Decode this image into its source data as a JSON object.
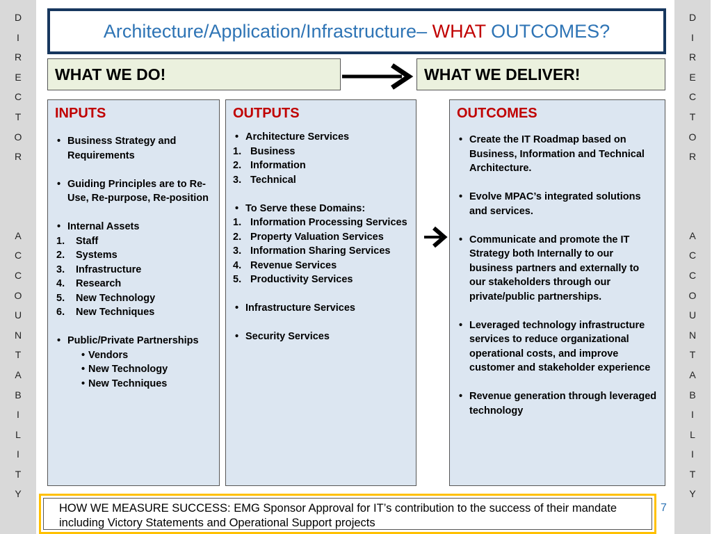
{
  "side_letters": {
    "word1": [
      "D",
      "I",
      "R",
      "E",
      "C",
      "T",
      "O",
      "R"
    ],
    "word2": [
      "A",
      "C",
      "C",
      "O",
      "U",
      "N",
      "T",
      "A",
      "B",
      "I",
      "L",
      "I",
      "T",
      "Y"
    ]
  },
  "title": {
    "part1": "Architecture/Application/Infrastructure– ",
    "part2": "WHAT",
    "part3": " OUTCOMES?"
  },
  "headers": {
    "do": "WHAT WE DO!",
    "deliver": "WHAT WE DELIVER!"
  },
  "inputs": {
    "heading": "INPUTS",
    "b1": "Business Strategy and Requirements",
    "b2": "Guiding Principles are to Re-Use, Re-purpose, Re-position",
    "b3": "Internal Assets",
    "assets": [
      {
        "n": "1.",
        "t": "Staff"
      },
      {
        "n": "2.",
        "t": "Systems"
      },
      {
        "n": "3.",
        "t": "Infrastructure"
      },
      {
        "n": "4.",
        "t": "Research"
      },
      {
        "n": "5.",
        "t": "New Technology"
      },
      {
        "n": "6.",
        "t": "New Techniques"
      }
    ],
    "b4": "Public/Private Partnerships",
    "partners": [
      "Vendors",
      "New Technology",
      "New Techniques"
    ]
  },
  "outputs": {
    "heading": "OUTPUTS",
    "b1": "Architecture Services",
    "arch": [
      {
        "n": "1.",
        "t": "Business"
      },
      {
        "n": "2.",
        "t": "Information"
      },
      {
        "n": "3.",
        "t": "Technical"
      }
    ],
    "b2": "To Serve these Domains:",
    "domains": [
      {
        "n": "1.",
        "t": "Information Processing Services"
      },
      {
        "n": "2.",
        "t": "Property Valuation Services"
      },
      {
        "n": "3.",
        "t": "Information Sharing Services"
      },
      {
        "n": "4.",
        "t": "Revenue Services"
      },
      {
        "n": "5.",
        "t": "Productivity Services"
      }
    ],
    "b3": "Infrastructure Services",
    "b4": "Security Services"
  },
  "outcomes": {
    "heading": "OUTCOMES",
    "b1": "Create the IT Roadmap based on Business, Information and Technical Architecture.",
    "b2": "Evolve MPAC’s integrated solutions and services.",
    "b3": "Communicate and promote the IT Strategy both Internally to our business partners and externally to our stakeholders through our private/public partnerships.",
    "b4": "Leveraged technology infrastructure services to reduce organizational operational costs, and improve customer and stakeholder experience",
    "b5": "Revenue generation through leveraged technology"
  },
  "footer": {
    "text": "HOW WE MEASURE SUCCESS: EMG Sponsor Approval for IT’s contribution to the success of their mandate including Victory Statements and Operational Support projects"
  },
  "page_number": "7",
  "colors": {
    "title_blue": "#2e74b5",
    "accent_red": "#c00000",
    "panel_blue": "#dce6f1",
    "header_green": "#ebf1de",
    "footer_border": "#ffc000"
  }
}
